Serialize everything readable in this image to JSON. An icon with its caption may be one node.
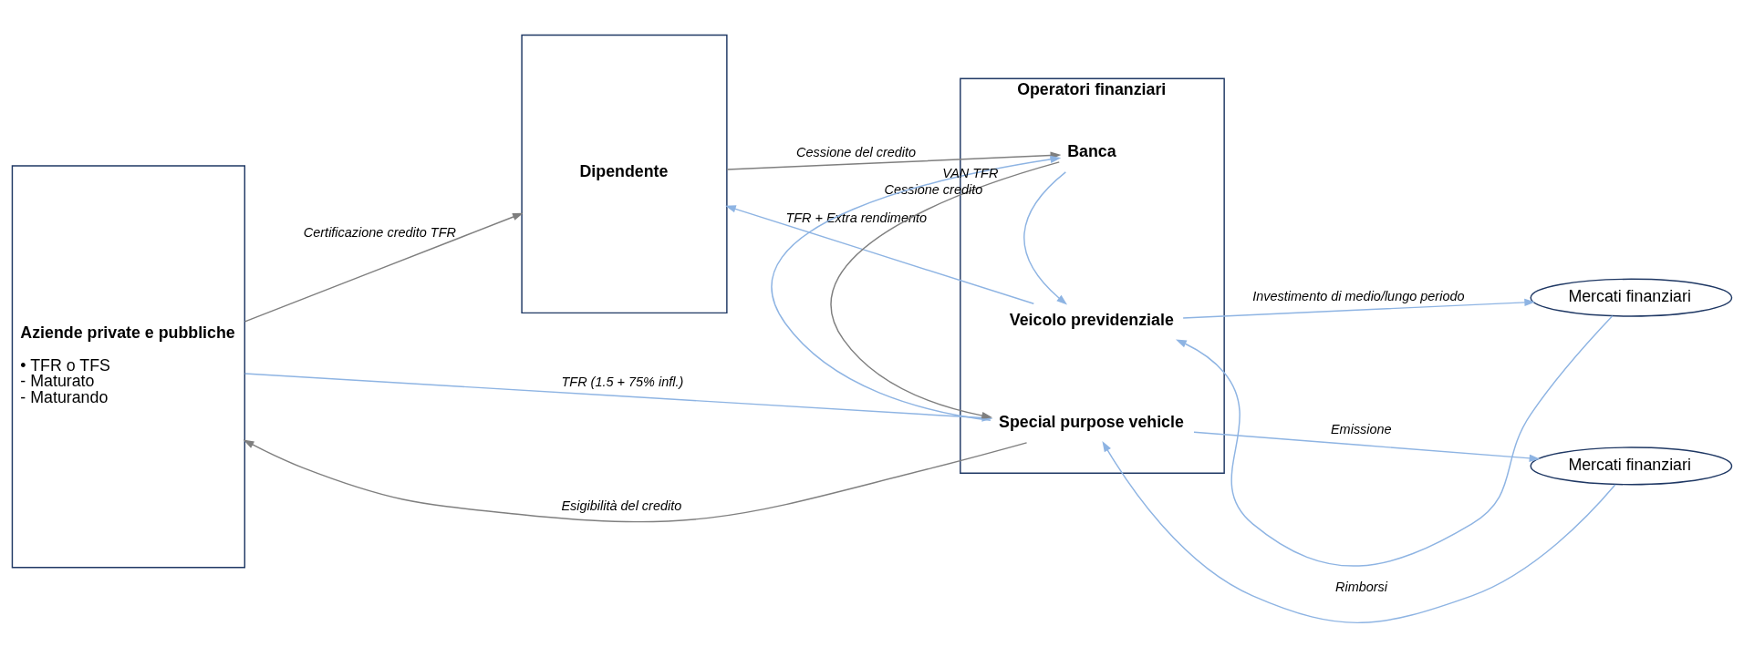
{
  "diagram": {
    "nodes": [
      {
        "text": [
          "Aziende private e pubbliche",
          "• TFR o TFS",
          "- Maturato",
          "- Maturando"
        ]
      },
      {
        "text": [
          "Dipendente"
        ]
      },
      {
        "text": [
          "Operatori finanziari"
        ]
      },
      {
        "text": [
          "Veicolo previdenziale"
        ],
        "in": 2
      },
      {
        "text": [
          "Banca"
        ],
        "in": 2
      },
      {
        "text": [
          "Special purpose vehicle"
        ],
        "in": 2
      },
      {
        "text": [
          "Mercati finanziari"
        ]
      },
      {
        "text": [
          "Mercati finanziari"
        ]
      }
    ],
    "edges": [
      {
        "from": 3,
        "to": 1,
        "arrow": "to",
        "label": "TFR + Extra rendimento"
      },
      {
        "from": 3,
        "to": 6,
        "arrow": "to",
        "label": "Investimento di medio/lungo periodo"
      },
      {
        "from": 6,
        "to": 3,
        "arrow": "to"
      },
      {
        "from": 0,
        "to": 1,
        "arrow": "to",
        "label": "Certificazione credito TFR",
        "color": "#7f7f7f"
      },
      {
        "from": 1,
        "to": 4,
        "arrow": "to",
        "label": "Cessione del credito",
        "color": "#7f7f7f"
      },
      {
        "from": 4,
        "to": 3,
        "arrow": "to"
      },
      {
        "from": 4,
        "to": 5,
        "arrow": "to",
        "label": "Cessione credito",
        "color": "#7f7f7f"
      },
      {
        "from": 5,
        "to": 4,
        "arrow": "to",
        "label": "VAN TFR"
      },
      {
        "from": 5,
        "to": 0,
        "arrow": "to",
        "label": "Esigibilità del credito",
        "color": "#7f7f7f"
      },
      {
        "from": 0,
        "to": 5,
        "arrow": "to",
        "label": "TFR (1.5 + 75% infl.)"
      },
      {
        "from": 5,
        "to": 7,
        "arrow": "to",
        "label": "Emissione"
      },
      {
        "from": 7,
        "to": 5,
        "arrow": "to",
        "label": "Rimborsi"
      }
    ]
  }
}
